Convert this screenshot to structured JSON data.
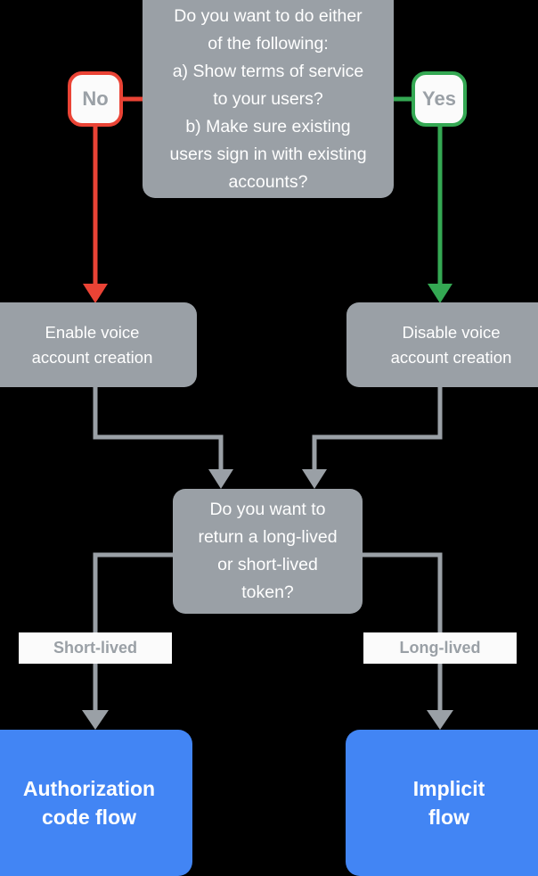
{
  "diagram": {
    "title": "Account linking flow decision chart",
    "background": "#000000",
    "colors": {
      "gray_node": "#9aa0a6",
      "blue_terminal": "#4285f4",
      "no_accent": "#ea4335",
      "yes_accent": "#34a853",
      "connector": "#9aa0a6",
      "label_background": "#fbfbfb"
    },
    "nodes": {
      "question_tos": {
        "text": "Do you want to do either of the following:\na) Show terms of service to your users?\nb) Make sure existing users sign in with existing accounts?",
        "lines": [
          "Do you want to do either",
          "of the following:",
          "a) Show terms of service",
          "to your users?",
          "b) Make sure existing",
          "users sign in with existing",
          "accounts?"
        ],
        "type": "decision"
      },
      "no_pill": {
        "text": "No",
        "type": "branch-label"
      },
      "yes_pill": {
        "text": "Yes",
        "type": "branch-label"
      },
      "enable_voice": {
        "lines": [
          "Enable voice",
          "account creation"
        ],
        "type": "process"
      },
      "disable_voice": {
        "lines": [
          "Disable voice",
          "account creation"
        ],
        "type": "process"
      },
      "question_token": {
        "lines": [
          "Do you want to",
          "return a long-lived",
          "or short-lived",
          "token?"
        ],
        "type": "decision"
      },
      "auth_code_flow": {
        "lines": [
          "Authorization",
          "code flow"
        ],
        "type": "terminal"
      },
      "implicit_flow": {
        "lines": [
          "Implicit",
          "flow"
        ],
        "type": "terminal"
      }
    },
    "edge_labels": {
      "short_lived": "Short-lived",
      "long_lived": "Long-lived"
    },
    "edges": [
      {
        "from": "question_tos",
        "to": "no_pill",
        "label": "No",
        "color": "#ea4335"
      },
      {
        "from": "question_tos",
        "to": "yes_pill",
        "label": "Yes",
        "color": "#34a853"
      },
      {
        "from": "no_pill",
        "to": "enable_voice",
        "label": "",
        "color": "#ea4335"
      },
      {
        "from": "yes_pill",
        "to": "disable_voice",
        "label": "",
        "color": "#34a853"
      },
      {
        "from": "enable_voice",
        "to": "question_token",
        "label": "",
        "color": "#9aa0a6"
      },
      {
        "from": "disable_voice",
        "to": "question_token",
        "label": "",
        "color": "#9aa0a6"
      },
      {
        "from": "question_token",
        "to": "auth_code_flow",
        "label": "Short-lived",
        "color": "#9aa0a6"
      },
      {
        "from": "question_token",
        "to": "implicit_flow",
        "label": "Long-lived",
        "color": "#9aa0a6"
      }
    ]
  }
}
